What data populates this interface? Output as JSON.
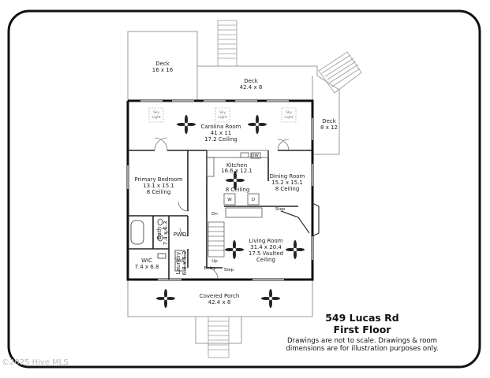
{
  "address": "549 Lucas Rd",
  "floor": "First Floor",
  "disclaimer": [
    "Drawings are not to scale. Drawings & room",
    "dimensions are for illustration purposes only."
  ],
  "watermark": "©2025 Hive MLS",
  "colors": {
    "wall": "#111111",
    "thin_wall": "#444444",
    "deck": "#9a9a9a",
    "frame": "#111111",
    "background": "#ffffff"
  },
  "rooms": {
    "deck_16": {
      "name": "Deck",
      "dims": "16 x 16"
    },
    "deck_42": {
      "name": "Deck",
      "dims": "42.4 x 8"
    },
    "deck_8": {
      "name": "Deck",
      "dims": "8 x 12"
    },
    "carolina": {
      "name": "Carolina Room",
      "dims": "41 x 11",
      "note": "17.2 Ceiling"
    },
    "kitchen": {
      "name": "Kitchen",
      "dims": "16.6 x 12.1"
    },
    "primary": {
      "name": "Primary Bedroom",
      "dims": "13.1 x 15.1",
      "note": "8 Ceiling"
    },
    "dining": {
      "name": "Dining Room",
      "dims": "15.2 x 15.1",
      "note": "8 Ceiling"
    },
    "hall": {
      "note": "8 Ceiling"
    },
    "bath": {
      "name": "Bath",
      "dims": "7.4 x 6.3"
    },
    "pwd": {
      "name": "PWD"
    },
    "wic": {
      "name": "WIC",
      "dims": "7.4 x 6.8"
    },
    "laundry": {
      "name": "Laundry",
      "dims": "6.8 x 5.2"
    },
    "living": {
      "name": "Living Room",
      "dims": "31.4 x 20.4",
      "note": "17.5 Vaulted",
      "note2": "Ceiling"
    },
    "porch": {
      "name": "Covered Porch",
      "dims": "42.4 x 8"
    }
  },
  "small_labels": {
    "sky_light_1": "Sky",
    "sky_light_2": "Light",
    "dn": "Dn",
    "up": "Up",
    "entry": "Entry",
    "step": "Step",
    "step2": "Step",
    "dw": "DW",
    "w": "W",
    "d": "D"
  }
}
